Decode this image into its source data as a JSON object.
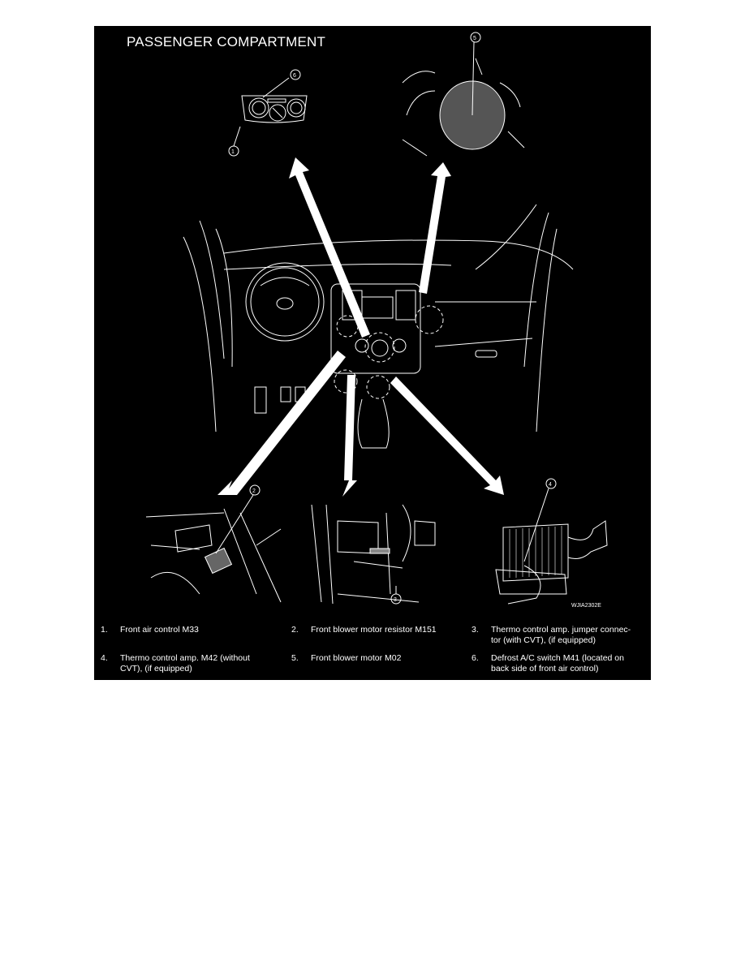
{
  "diagram": {
    "title": "PASSENGER COMPARTMENT",
    "image_code": "WJIA2302E",
    "callouts": [
      "1",
      "2",
      "3",
      "4",
      "5",
      "6"
    ],
    "colors": {
      "background": "#000000",
      "linework": "#ffffff",
      "page": "#ffffff"
    }
  },
  "legend": {
    "items": [
      {
        "num": "1.",
        "text": "Front air control M33"
      },
      {
        "num": "2.",
        "text": "Front blower motor resistor M151"
      },
      {
        "num": "3.",
        "text": "Thermo control amp. jumper connector (with CVT), (if equipped)",
        "line1": "Thermo control amp. jumper connec-",
        "line2": "tor (with CVT), (if equipped)"
      },
      {
        "num": "4.",
        "text": "Thermo control amp. M42 (without CVT), (if equipped)",
        "line1": "Thermo control amp. M42 (without",
        "line2": "CVT), (if equipped)"
      },
      {
        "num": "5.",
        "text": "Front blower motor M02"
      },
      {
        "num": "6.",
        "text": "Defrost A/C switch M41 (located on back side of front air control)",
        "line1": "Defrost A/C switch M41 (located on",
        "line2": "back side of front air control)"
      }
    ]
  }
}
